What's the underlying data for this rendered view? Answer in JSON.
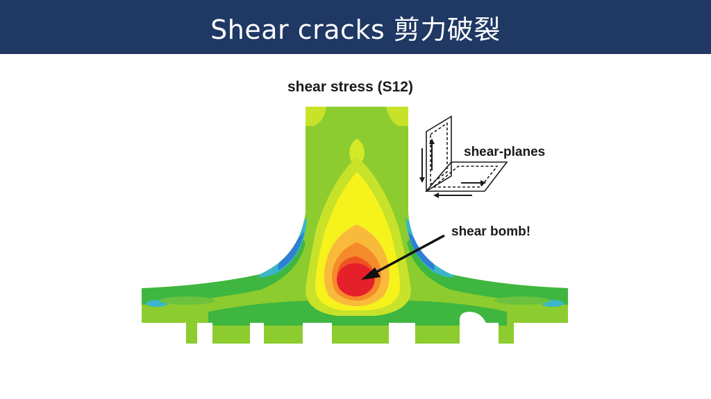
{
  "slide": {
    "title": "Shear cracks 剪力破裂"
  },
  "figure": {
    "title": "shear stress (S12)",
    "planes_label": "shear-planes",
    "bomb_label": "shear bomb!"
  },
  "colors": {
    "title_bar": "#1f3864",
    "green_base": "#8ccc2e",
    "green_dark": "#3eb640",
    "yellow_green": "#c8e22a",
    "yellow": "#f6f21c",
    "orange_light": "#f9b93a",
    "orange": "#f48a2b",
    "red_orange": "#ef5323",
    "red": "#e5202a",
    "cyan": "#3ab6c8",
    "blue": "#2f7fd2"
  }
}
